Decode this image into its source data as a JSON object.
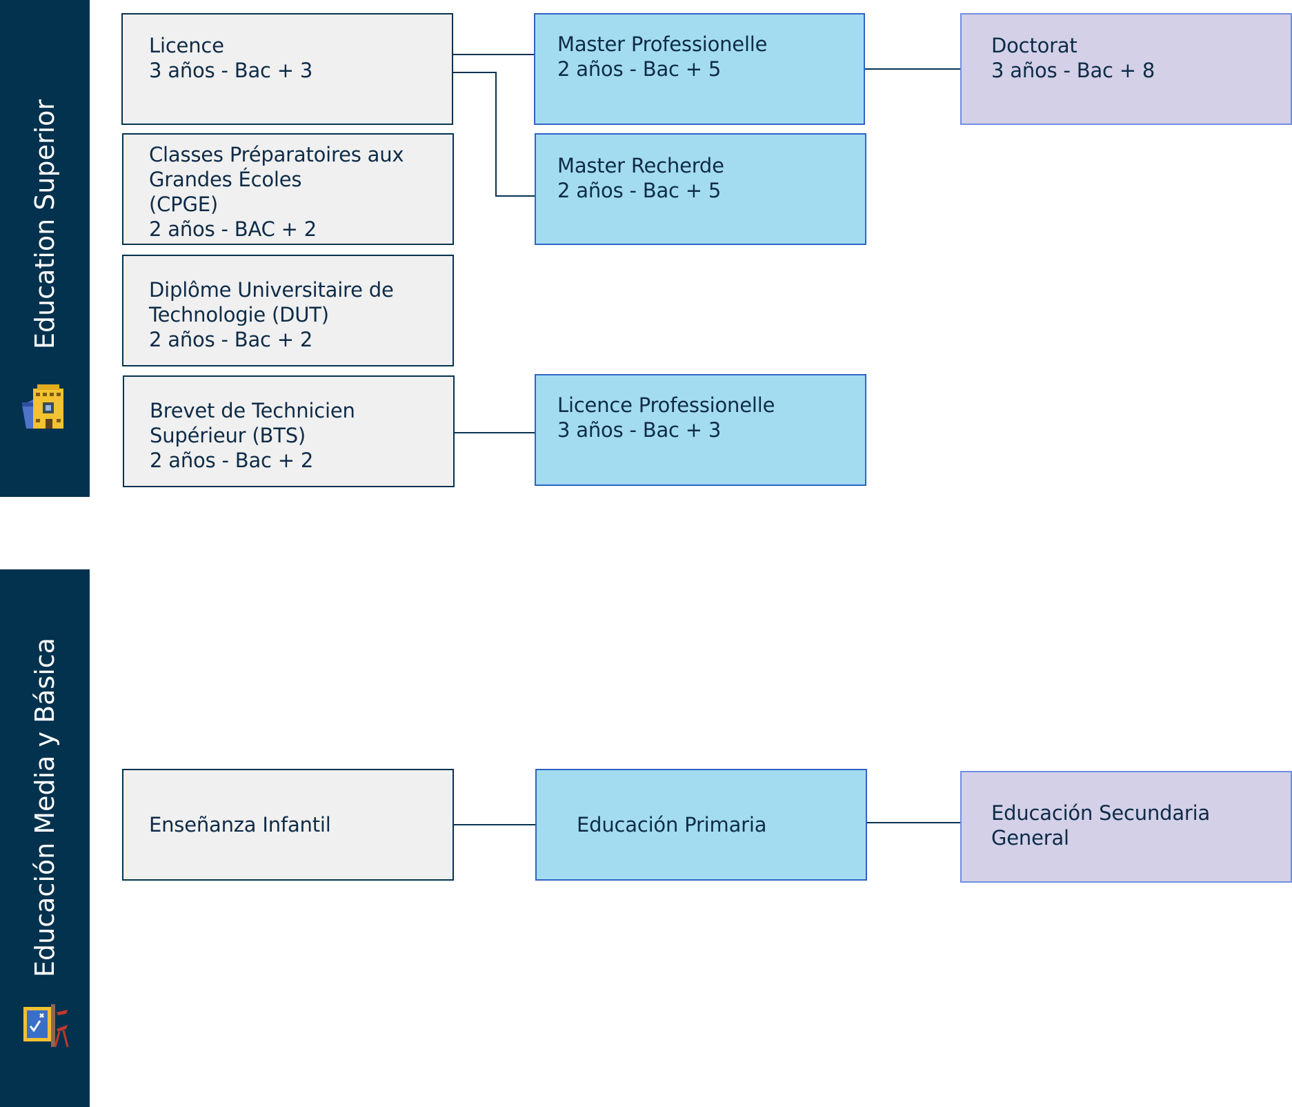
{
  "sections": {
    "superior": {
      "title": "Education Superior",
      "icon": "university-building-icon"
    },
    "media_basica": {
      "title": "Educación Media y Básica",
      "icon": "chalkboard-easel-icon"
    }
  },
  "nodes": {
    "licence": "Licence\n3 años - Bac + 3",
    "cpge": "Classes Préparatoires aux\nGrandes Écoles\n(CPGE)\n2 años - BAC + 2",
    "dut": "Diplôme Universitaire de\nTechnologie (DUT)\n2 años - Bac + 2",
    "bts": "Brevet de Technicien\nSupérieur (BTS)\n2 años - Bac + 2",
    "master_pro": "Master Professionelle\n2 años - Bac + 5",
    "master_rech": "Master Recherde\n2 años - Bac + 5",
    "licence_pro": "Licence Professionelle\n3 años - Bac + 3",
    "doctorat": "Doctorat\n3 años - Bac + 8",
    "infantil": "Enseñanza Infantil",
    "primaria": "Educación Primaria",
    "secundaria": "Educación Secundaria\nGeneral"
  },
  "edges": [
    [
      "licence",
      "master_pro"
    ],
    [
      "licence",
      "master_rech"
    ],
    [
      "master_pro",
      "doctorat"
    ],
    [
      "bts",
      "licence_pro"
    ],
    [
      "infantil",
      "primaria"
    ],
    [
      "primaria",
      "secundaria"
    ]
  ],
  "colors": {
    "band": "#03324f",
    "grey_fill": "#f0f0f0",
    "blue_fill": "#a3dcf0",
    "lavender_fill": "#d3d0e7",
    "text": "#0e2b47",
    "connector": "#03324f"
  }
}
